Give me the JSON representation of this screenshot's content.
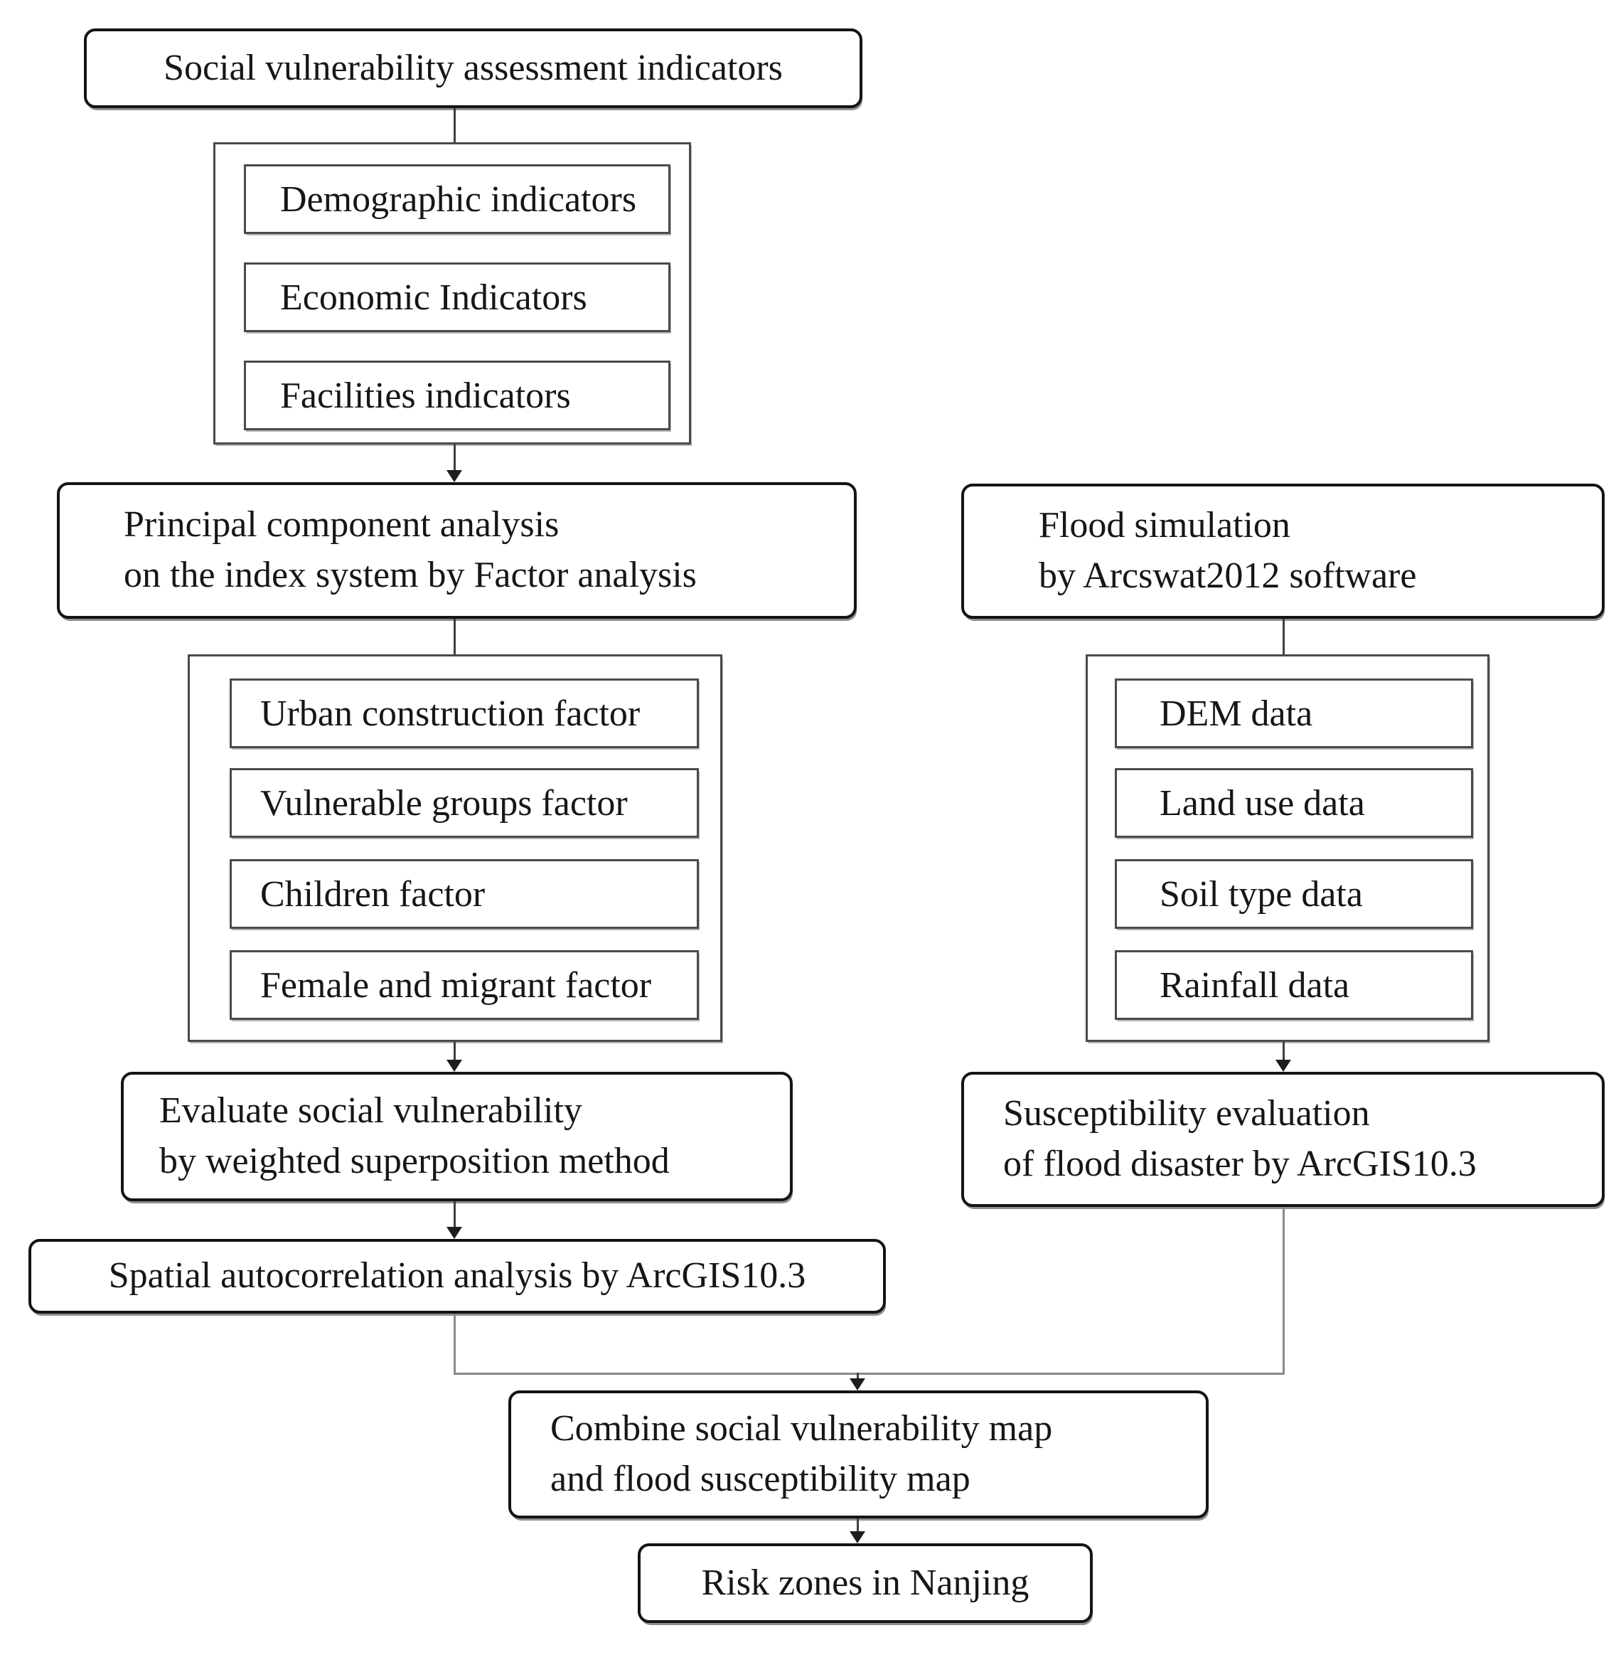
{
  "figure": {
    "type": "flowchart",
    "background": "#ffffff",
    "ink": "#161616",
    "box_border_color": "#141414",
    "group_border_color": "#4a4a4a",
    "connector_color": "#3f3f3f",
    "merge_connector_color": "#8a8a8a"
  },
  "nodes": {
    "title": "Social vulnerability assessment indicators",
    "pca": "Principal component analysis\non the index system by Factor analysis",
    "evaluate": "Evaluate social vulnerability\nby weighted superposition method",
    "spatial": "Spatial autocorrelation analysis by ArcGIS10.3",
    "flood_simulation": "Flood simulation\nby Arcswat2012 software",
    "susceptibility": "Susceptibility evaluation\nof flood disaster by ArcGIS10.3",
    "combine": "Combine social vulnerability map\nand flood susceptibility map",
    "risk": "Risk zones in Nanjing"
  },
  "groups": {
    "indicators": {
      "items": [
        "Demographic indicators",
        "Economic Indicators",
        "Facilities indicators"
      ]
    },
    "factors": {
      "items": [
        "Urban construction factor",
        "Vulnerable groups factor",
        "Children factor",
        "Female and migrant factor"
      ]
    },
    "flood_data": {
      "items": [
        "DEM data",
        "Land use data",
        "Soil type data",
        "Rainfall data"
      ]
    }
  }
}
